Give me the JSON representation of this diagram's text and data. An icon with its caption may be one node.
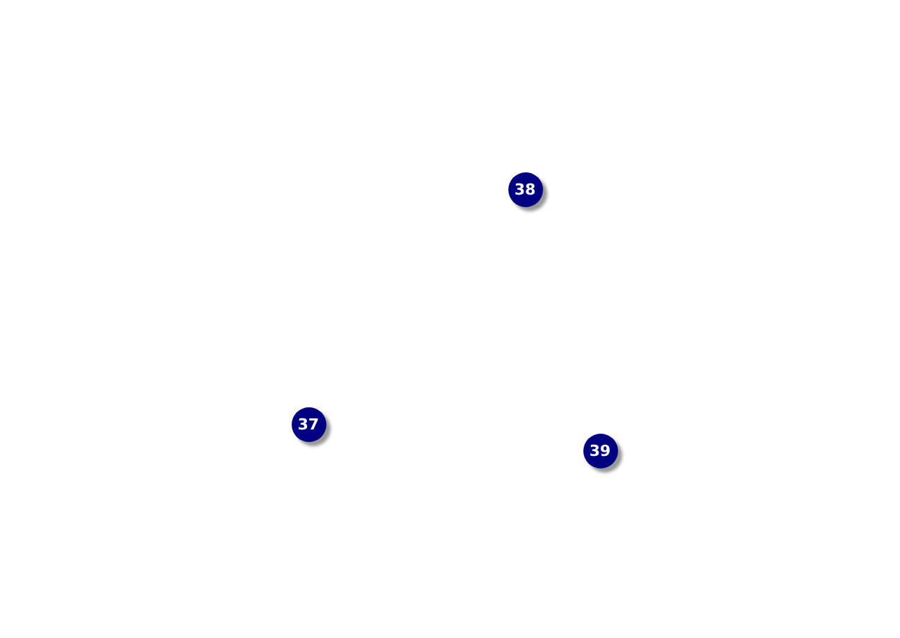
{
  "diagram": {
    "nodes": [
      {
        "text": [
          "38"
        ]
      },
      {
        "text": [
          "37"
        ]
      },
      {
        "text": [
          "39"
        ]
      }
    ]
  }
}
